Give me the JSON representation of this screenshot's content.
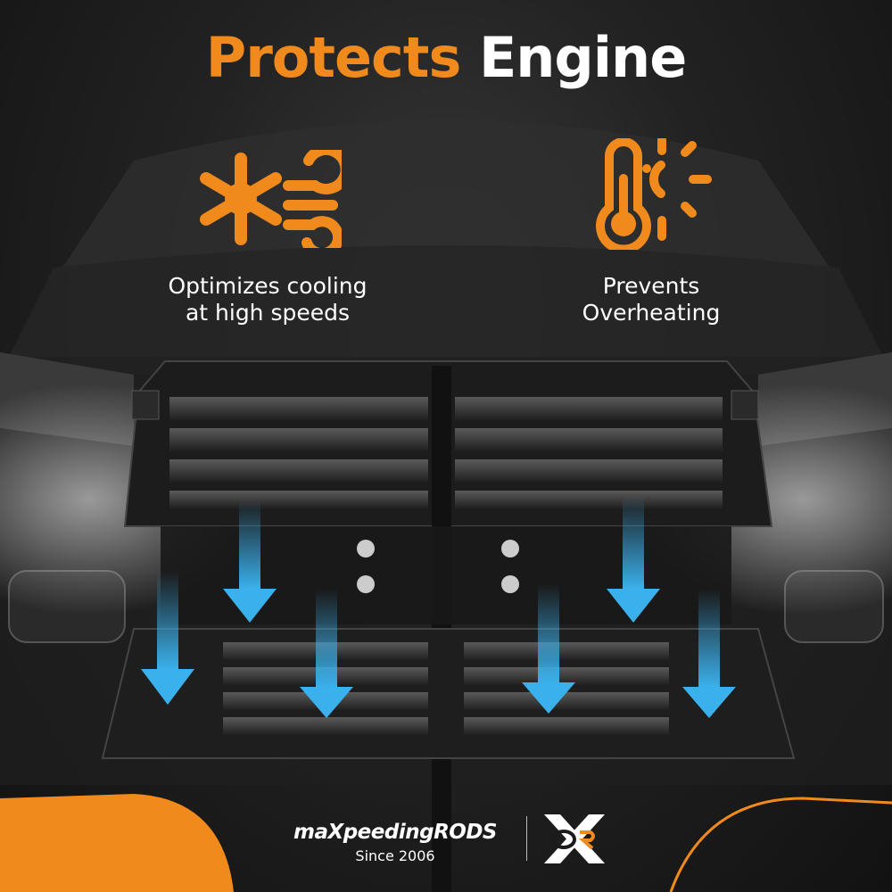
{
  "title": {
    "part1": "Protects",
    "part2": "Engine"
  },
  "features": [
    {
      "label_line1": "Optimizes cooling",
      "label_line2": "at high speeds",
      "icon": "snowflake-airflow-icon"
    },
    {
      "label_line1": "Prevents",
      "label_line2": "Overheating",
      "icon": "thermometer-sun-icon"
    }
  ],
  "brand": {
    "name": "maXpeedingRODS",
    "since": "Since 2006",
    "badge_icon": "x-or-logo-icon"
  },
  "colors": {
    "orange": "#f08a1c",
    "airflow_blue": "#3ab0ec",
    "background": "#1b1b1b"
  }
}
